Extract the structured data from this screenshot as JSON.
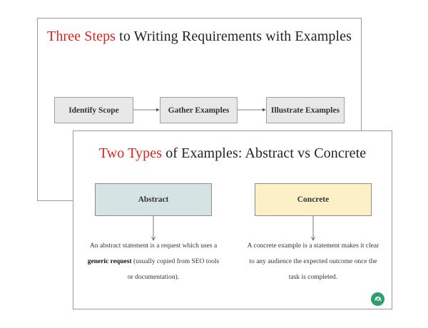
{
  "slide_back": {
    "title_accent": "Three Steps",
    "title_rest": " to Writing Requirements with Examples",
    "steps": [
      {
        "label": "Identify Scope"
      },
      {
        "label": "Gather Examples"
      },
      {
        "label": "Illustrate Examples"
      }
    ]
  },
  "slide_front": {
    "title_accent": "Two Types",
    "title_rest": " of Examples: Abstract vs Concrete",
    "types": [
      {
        "label": "Abstract",
        "color": "#d5e3e3",
        "desc_pre": "An abstract statement is a request which uses a ",
        "desc_bold": "generic request",
        "desc_post": " (usually copied from SEO tools or documentation)."
      },
      {
        "label": "Concrete",
        "color": "#fcf0c7",
        "desc_pre": "A concrete example is a statement makes it clear to any audience the expected outcome once the task is completed.",
        "desc_bold": "",
        "desc_post": ""
      }
    ]
  },
  "colors": {
    "accent": "#e3211f",
    "step_fill": "#e8e8e8",
    "logo": "#2e9e6b"
  }
}
